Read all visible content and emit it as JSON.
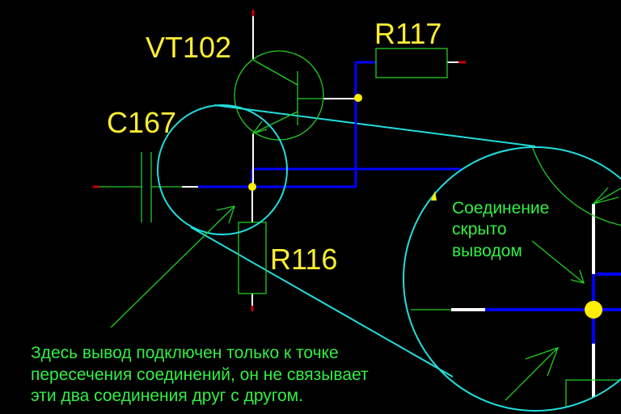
{
  "labels": {
    "vt102": "VT102",
    "r117": "R117",
    "c167": "C167",
    "r116": "R116"
  },
  "note_hidden": {
    "lines": [
      "Соединение",
      "скрыто",
      "выводом"
    ]
  },
  "note_main": {
    "lines": [
      "Здесь вывод подключен только к точке",
      "пересечения соединений, он не связывает",
      "эти два соединения друг с другом."
    ]
  },
  "colors": {
    "background": "#000000",
    "wire": "#0000ff",
    "pin": "#ffffff",
    "outline": "#22cc22",
    "zoom": "#22dddd",
    "junction": "#ffee00",
    "pin_end": "#cc0000",
    "label": "#ffee33",
    "note": "#33ee44"
  },
  "icons": {
    "junction": "filled-circle",
    "transistor": "npn-transistor-symbol",
    "capacitor": "capacitor-symbol",
    "resistor": "resistor-rectangle"
  }
}
